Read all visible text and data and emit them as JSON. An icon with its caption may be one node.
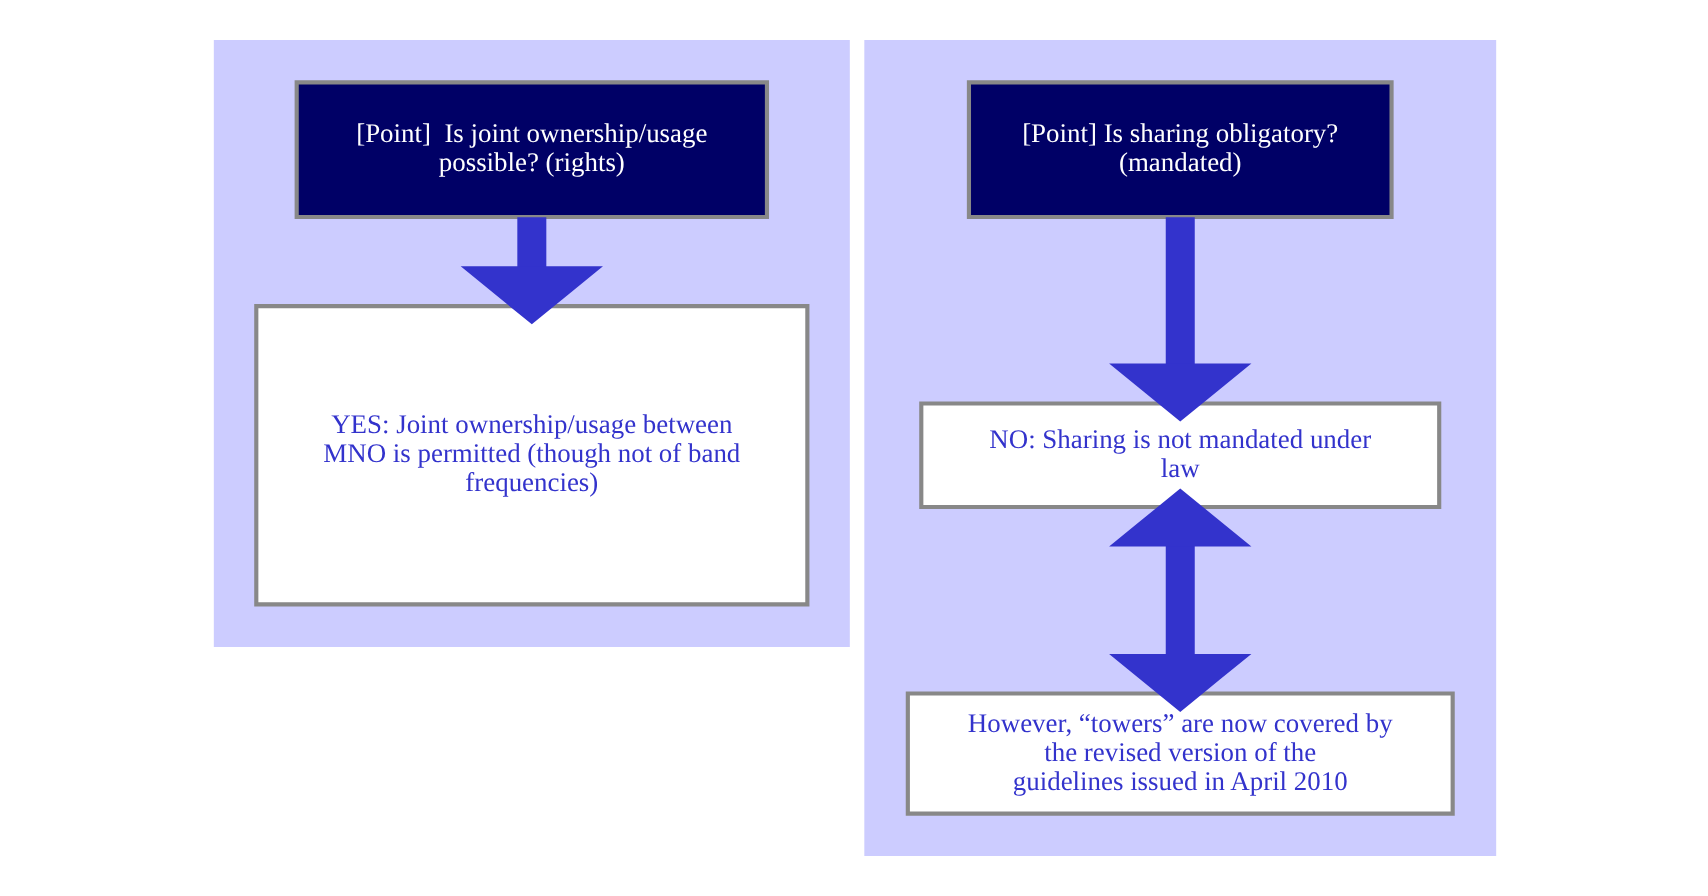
{
  "diagram": {
    "nodes": [
      {
        "text": [],
        "shape": "box"
      },
      {
        "text": [
          "[Point]  Is joint ownership/usage possible? (rights)"
        ],
        "in": 0
      },
      {
        "text": [
          "YES: Joint ownership/usage between MNO is permitted (though not of band frequencies)"
        ],
        "in": 0
      },
      {
        "text": [],
        "shape": "box"
      },
      {
        "text": [
          "[Point] Is sharing obligatory? (mandated)"
        ],
        "in": 3
      },
      {
        "text": [
          "NO: Sharing is not mandated under law"
        ],
        "in": 3
      },
      {
        "text": [
          "However, “towers” are now covered by the revised version of the guidelines issued in April 2010"
        ],
        "in": 3
      }
    ],
    "edges": [
      {
        "from": 1,
        "to": 2,
        "arrow": "to"
      },
      {
        "from": 4,
        "to": 5,
        "arrow": "to"
      },
      {
        "from": 5,
        "to": 6,
        "arrow": "both"
      }
    ]
  }
}
